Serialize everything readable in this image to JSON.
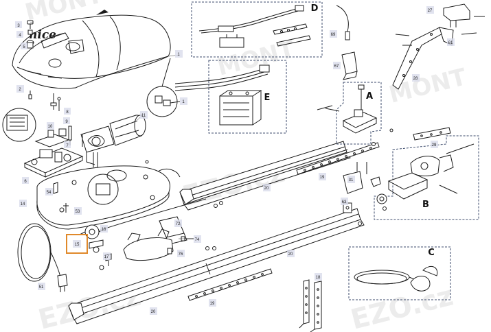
{
  "watermark": {
    "brand": "MONT",
    "domain": "EZO.cz"
  },
  "logo_text": "nice",
  "highlight": {
    "part": "15",
    "color": "#e0892a"
  },
  "colors": {
    "label_bg": "#d9dceb",
    "box_border": "#3b4a6b",
    "ink": "#1a1a1a"
  },
  "groups": {
    "A": "A",
    "B": "B",
    "C": "C",
    "D": "D",
    "E": "E"
  },
  "parts": {
    "p1a": "1",
    "p1b": "1",
    "p2": "2",
    "p3": "3",
    "p4": "4",
    "p5": "5",
    "p6": "6",
    "p7": "7",
    "p8": "8",
    "p9": "9",
    "p10": "10",
    "p11": "11",
    "p14": "14",
    "p15": "15",
    "p16": "16",
    "p17": "17",
    "p18": "18",
    "p19a": "19",
    "p19b": "19",
    "p20a": "20",
    "p20b": "20",
    "p20c": "20",
    "p27": "27",
    "p28": "28",
    "p29": "29",
    "p31": "31",
    "p51": "51",
    "p53": "53",
    "p54": "54",
    "p61": "61",
    "p63": "63",
    "p67": "67",
    "p69": "69",
    "p72": "72",
    "p74": "74",
    "p76": "76"
  }
}
